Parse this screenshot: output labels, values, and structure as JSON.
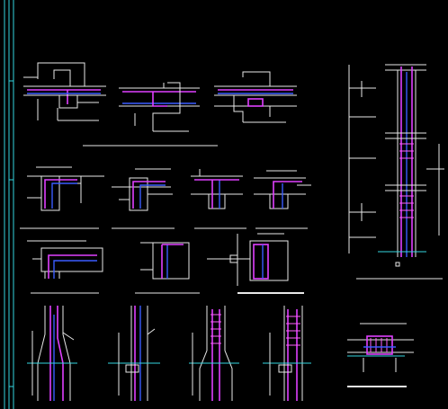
{
  "app": {
    "window_title": "",
    "background_color": "#000000",
    "accent_colors": {
      "frame_cyan": "#34d6e0",
      "rebar_magenta": "#e040ff",
      "rebar_blue": "#3a5cff",
      "linework_white": "#e8e8e8",
      "marker_green": "#2ee07a"
    }
  },
  "drawing": {
    "sheet_type": "rebar joint detail sheet",
    "detail_rows": [
      {
        "row": "slab-beam-joints",
        "count": 3
      },
      {
        "row": "beam-column-top-joints",
        "count": 4
      },
      {
        "row": "beam-column-side-joints",
        "count": 3
      },
      {
        "row": "column-splice-details",
        "count": 4
      },
      {
        "row": "tall-column-elevation",
        "count": 1
      },
      {
        "row": "small-section-detail",
        "count": 1
      }
    ]
  }
}
